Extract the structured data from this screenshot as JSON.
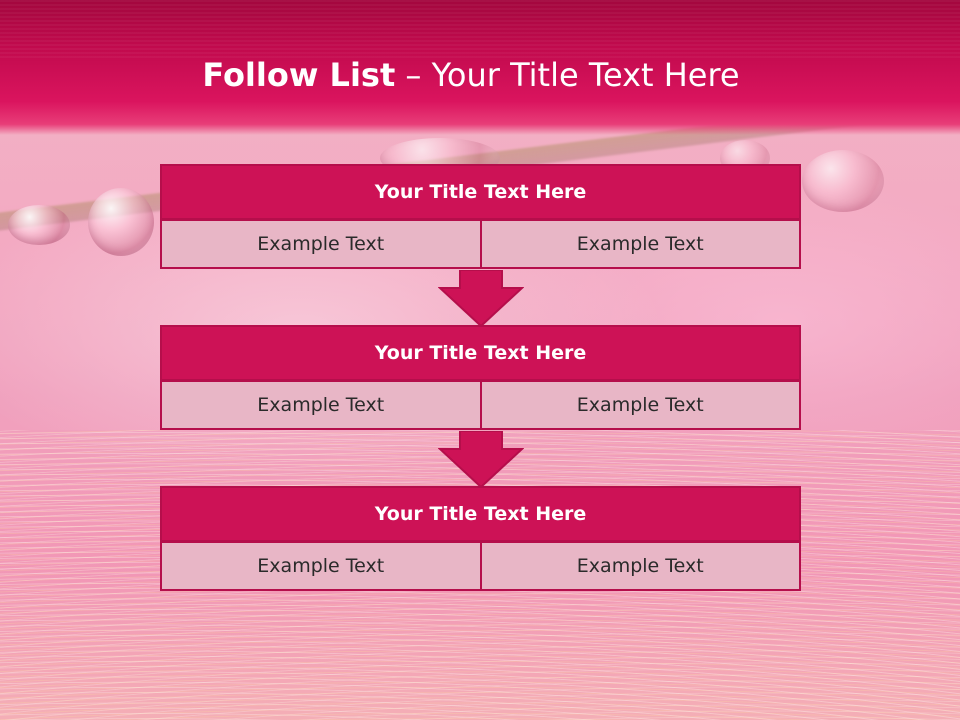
{
  "slide": {
    "title_bold": "Follow List",
    "title_rest": " – Your Title Text Here"
  },
  "steps": [
    {
      "title": "Your Title Text Here",
      "left": "Example Text",
      "right": "Example Text"
    },
    {
      "title": "Your Title Text Here",
      "left": "Example Text",
      "right": "Example Text"
    },
    {
      "title": "Your Title Text Here",
      "left": "Example Text",
      "right": "Example Text"
    }
  ],
  "colors": {
    "header": "#d0105a",
    "box_title": "#cd1256",
    "box_border": "#b50e4b",
    "box_cell": "#e8b6c6"
  }
}
